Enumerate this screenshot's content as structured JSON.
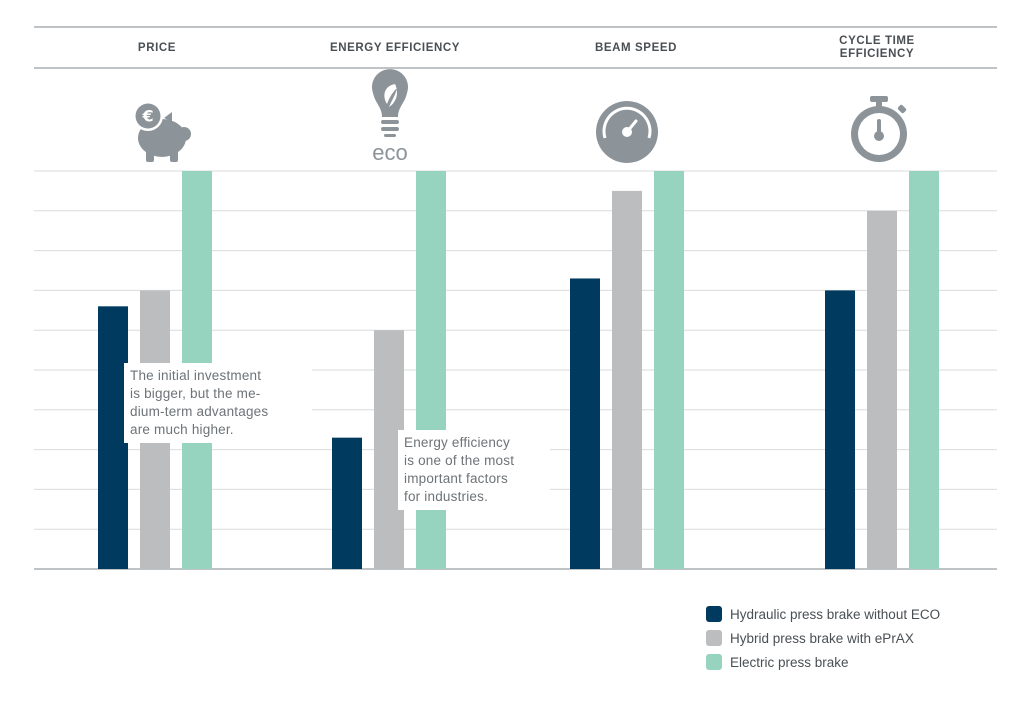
{
  "chart_data": {
    "type": "bar",
    "categories": [
      "PRICE",
      "ENERGY EFFICIENCY",
      "BEAM SPEED",
      "CYCLE TIME\nEFFICIENCY"
    ],
    "series": [
      {
        "name": "Hydraulic press brake without ECO",
        "color": "#003a5f",
        "values": [
          6.6,
          3.3,
          7.3,
          7.0
        ]
      },
      {
        "name": "Hybrid press brake with ePrAX",
        "color": "#bcbdbf",
        "values": [
          7.0,
          6.0,
          9.5,
          9.0
        ]
      },
      {
        "name": "Electric press brake",
        "color": "#96d4c0",
        "values": [
          10,
          10,
          10,
          10
        ]
      }
    ],
    "ylim": [
      0,
      10
    ],
    "grid": true,
    "legend_position": "bottom-right",
    "annotations": [
      {
        "category": "PRICE",
        "text": "The initial investment is bigger, but the medium-term advantages are much higher."
      },
      {
        "category": "ENERGY EFFICIENCY",
        "text": "Energy efficiency is one of the most important factors for industries."
      }
    ],
    "icons": [
      "piggy-bank-euro-icon",
      "eco-lightbulb-icon",
      "speedometer-icon",
      "stopwatch-icon"
    ],
    "icon_label": "eco"
  },
  "notes": {
    "price_lines": [
      "The initial investment",
      "is bigger, but the me-",
      "dium-term advantages",
      "are much higher."
    ],
    "energy_lines": [
      "Energy efficiency",
      "is one of the most",
      "important factors",
      "for industries."
    ]
  }
}
